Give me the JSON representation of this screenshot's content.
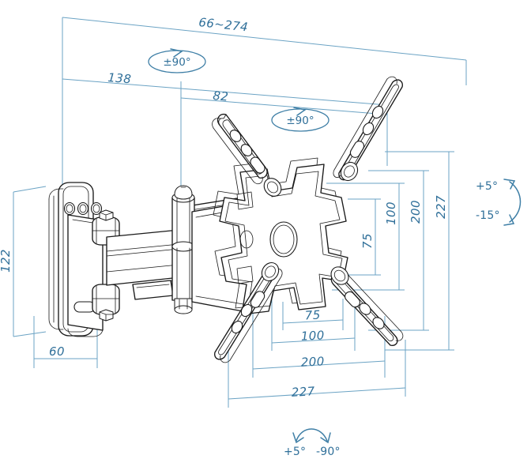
{
  "drawing": {
    "title": "Articulating TV Wall Mount — Dimensioned Technical Drawing",
    "units": "mm",
    "line_color": "#6ba3c4",
    "text_color": "#2f6f99",
    "part_color": "#1a1a1a",
    "background": "#ffffff"
  },
  "dimensions": {
    "extension_range": "66~274",
    "arm_span": "138",
    "forearm": "82",
    "wall_plate_height": "122",
    "wall_plate_width": "60",
    "vesa_v_75": "75",
    "vesa_v_100": "100",
    "vesa_v_200": "200",
    "plate_height_227": "227",
    "vesa_h_75": "75",
    "vesa_h_100": "100",
    "vesa_h_200": "200",
    "plate_width_227": "227"
  },
  "rotation_labels": {
    "swivel_top": "±90°",
    "swivel_mid": "±90°"
  },
  "angle_labels": {
    "tilt_up": "+5°",
    "tilt_down": "-15°",
    "rotate_up": "+5°",
    "rotate_down": "-90°"
  },
  "icons": {
    "swivel": "rotation-ellipse-arrow-icon",
    "tilt": "tilt-arc-double-arrow-icon",
    "rotate": "rotate-arc-double-arrow-icon"
  },
  "parts": [
    {
      "name": "wall-plate",
      "label": "Wall mounting plate"
    },
    {
      "name": "primary-arm",
      "label": "Primary extension arm"
    },
    {
      "name": "elbow-joint",
      "label": "Elbow pivot joint"
    },
    {
      "name": "secondary-arm",
      "label": "Secondary arm"
    },
    {
      "name": "vesa-plate",
      "label": "VESA mounting plate"
    },
    {
      "name": "vesa-arm-top-left",
      "label": "VESA arm top-left"
    },
    {
      "name": "vesa-arm-top-right",
      "label": "VESA arm top-right"
    },
    {
      "name": "vesa-arm-bottom-left",
      "label": "VESA arm bottom-left"
    },
    {
      "name": "vesa-arm-bottom-right",
      "label": "VESA arm bottom-right"
    }
  ]
}
